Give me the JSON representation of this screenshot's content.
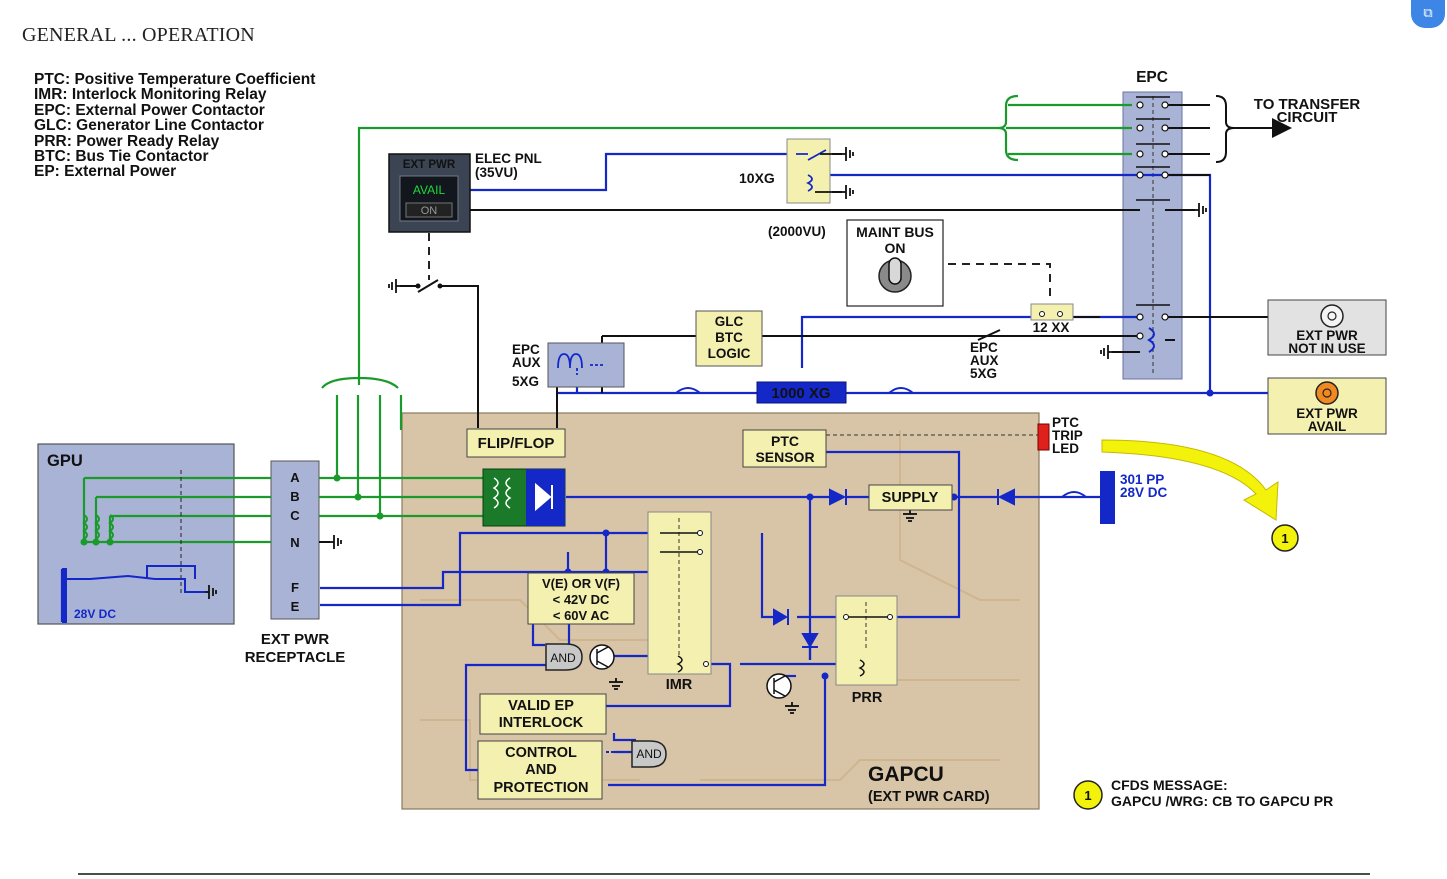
{
  "page": {
    "title": "GENERAL ... OPERATION"
  },
  "legend": [
    "PTC: Positive Temperature Coefficient",
    "IMR: Interlock Monitoring Relay",
    "EPC: External Power Contactor",
    "GLC: Generator Line Contactor",
    "PRR: Power Ready Relay",
    "BTC: Bus Tie Contactor",
    "EP: External Power"
  ],
  "labels": {
    "epc": "EPC",
    "to_transfer_1": "TO TRANSFER",
    "to_transfer_2": "CIRCUIT",
    "ext_pwr_panel": "EXT PWR",
    "avail": "AVAIL",
    "on": "ON",
    "elec_pnl_1": "ELEC PNL",
    "elec_pnl_2": "(35VU)",
    "xg10": "10XG",
    "vu2000": "(2000VU)",
    "maint_bus_1": "MAINT BUS",
    "maint_bus_2": "ON",
    "glc_1": "GLC",
    "glc_2": "BTC",
    "glc_3": "LOGIC",
    "epc_aux_left_1": "EPC",
    "epc_aux_left_2": "AUX",
    "epc_aux_left_3": "5XG",
    "epc_aux_right_1": "EPC",
    "epc_aux_right_2": "AUX",
    "epc_aux_right_3": "5XG",
    "xx12": "12 XX",
    "xg1000": "1000 XG",
    "not_in_use_1": "EXT PWR",
    "not_in_use_2": "NOT IN USE",
    "avail_box_1": "EXT PWR",
    "avail_box_2": "AVAIL",
    "gpu": "GPU",
    "dc28": "28V DC",
    "pin_a": "A",
    "pin_b": "B",
    "pin_c": "C",
    "pin_n": "N",
    "pin_f": "F",
    "pin_e": "E",
    "receptacle_1": "EXT PWR",
    "receptacle_2": "RECEPTACLE",
    "flip_flop": "FLIP/FLOP",
    "ptc_sensor_1": "PTC",
    "ptc_sensor_2": "SENSOR",
    "ptc_trip_1": "PTC",
    "ptc_trip_2": "TRIP",
    "ptc_trip_3": "LED",
    "supply": "SUPPLY",
    "pp301_1": "301 PP",
    "pp301_2": "28V DC",
    "voltage_1": "V(E) OR V(F)",
    "voltage_2": "< 42V DC",
    "voltage_3": "< 60V AC",
    "and": "AND",
    "imr": "IMR",
    "prr": "PRR",
    "valid_ep_1": "VALID EP",
    "valid_ep_2": "INTERLOCK",
    "control_1": "CONTROL",
    "control_2": "AND",
    "control_3": "PROTECTION",
    "gapcu_1": "GAPCU",
    "gapcu_2": "(EXT PWR CARD)",
    "callout": "1",
    "cfds_1": "CFDS MESSAGE:",
    "cfds_2": "GAPCU /WRG: CB TO GAPCU PR"
  },
  "colors": {
    "green_wire": "#1a9a2a",
    "blue_wire": "#1428c8",
    "black_wire": "#111111",
    "board": "#d8c4a6",
    "epc_column": "#a9b3d6",
    "callout_yellow": "#f2f20a",
    "ptc_led": "#e0201a"
  },
  "icons": [
    "corner-expand-icon",
    "diode-icon",
    "ground-icon",
    "transistor-icon",
    "toggle-switch-icon",
    "lamp-icon"
  ]
}
